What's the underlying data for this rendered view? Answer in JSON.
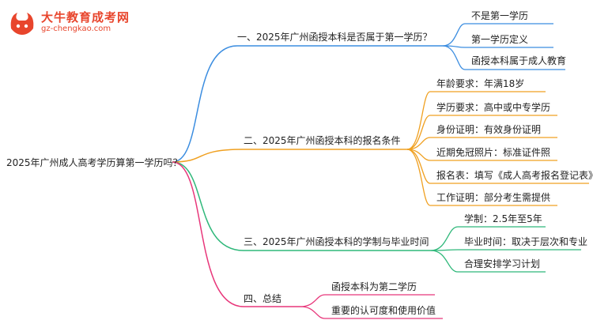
{
  "logo": {
    "title": "大牛教育成考网",
    "url": "gz-chengkao.com"
  },
  "mindmap": {
    "root": "2025年广州成人高考学历算第一学历吗？",
    "branches": [
      {
        "label": "一、2025年广州函授本科是否属于第一学历？",
        "color": "#3b8de0",
        "children": [
          "不是第一学历",
          "第一学历定义",
          "函授本科属于成人教育"
        ]
      },
      {
        "label": "二、2025年广州函授本科的报名条件",
        "color": "#f0a020",
        "children": [
          "年龄要求：年满18岁",
          "学历要求：高中或中专学历",
          "身份证明：有效身份证明",
          "近期免冠照片：标准证件照",
          "报名表：填写《成人高考报名登记表》",
          "工作证明：部分考生需提供"
        ]
      },
      {
        "label": "三、2025年广州函授本科的学制与毕业时间",
        "color": "#2fb87a",
        "children": [
          "学制：2.5年至5年",
          "毕业时间：取决于层次和专业",
          "合理安排学习计划"
        ]
      },
      {
        "label": "四、总结",
        "color": "#e8367a",
        "children": [
          "函授本科为第二学历",
          "重要的认可度和使用价值"
        ]
      }
    ]
  }
}
